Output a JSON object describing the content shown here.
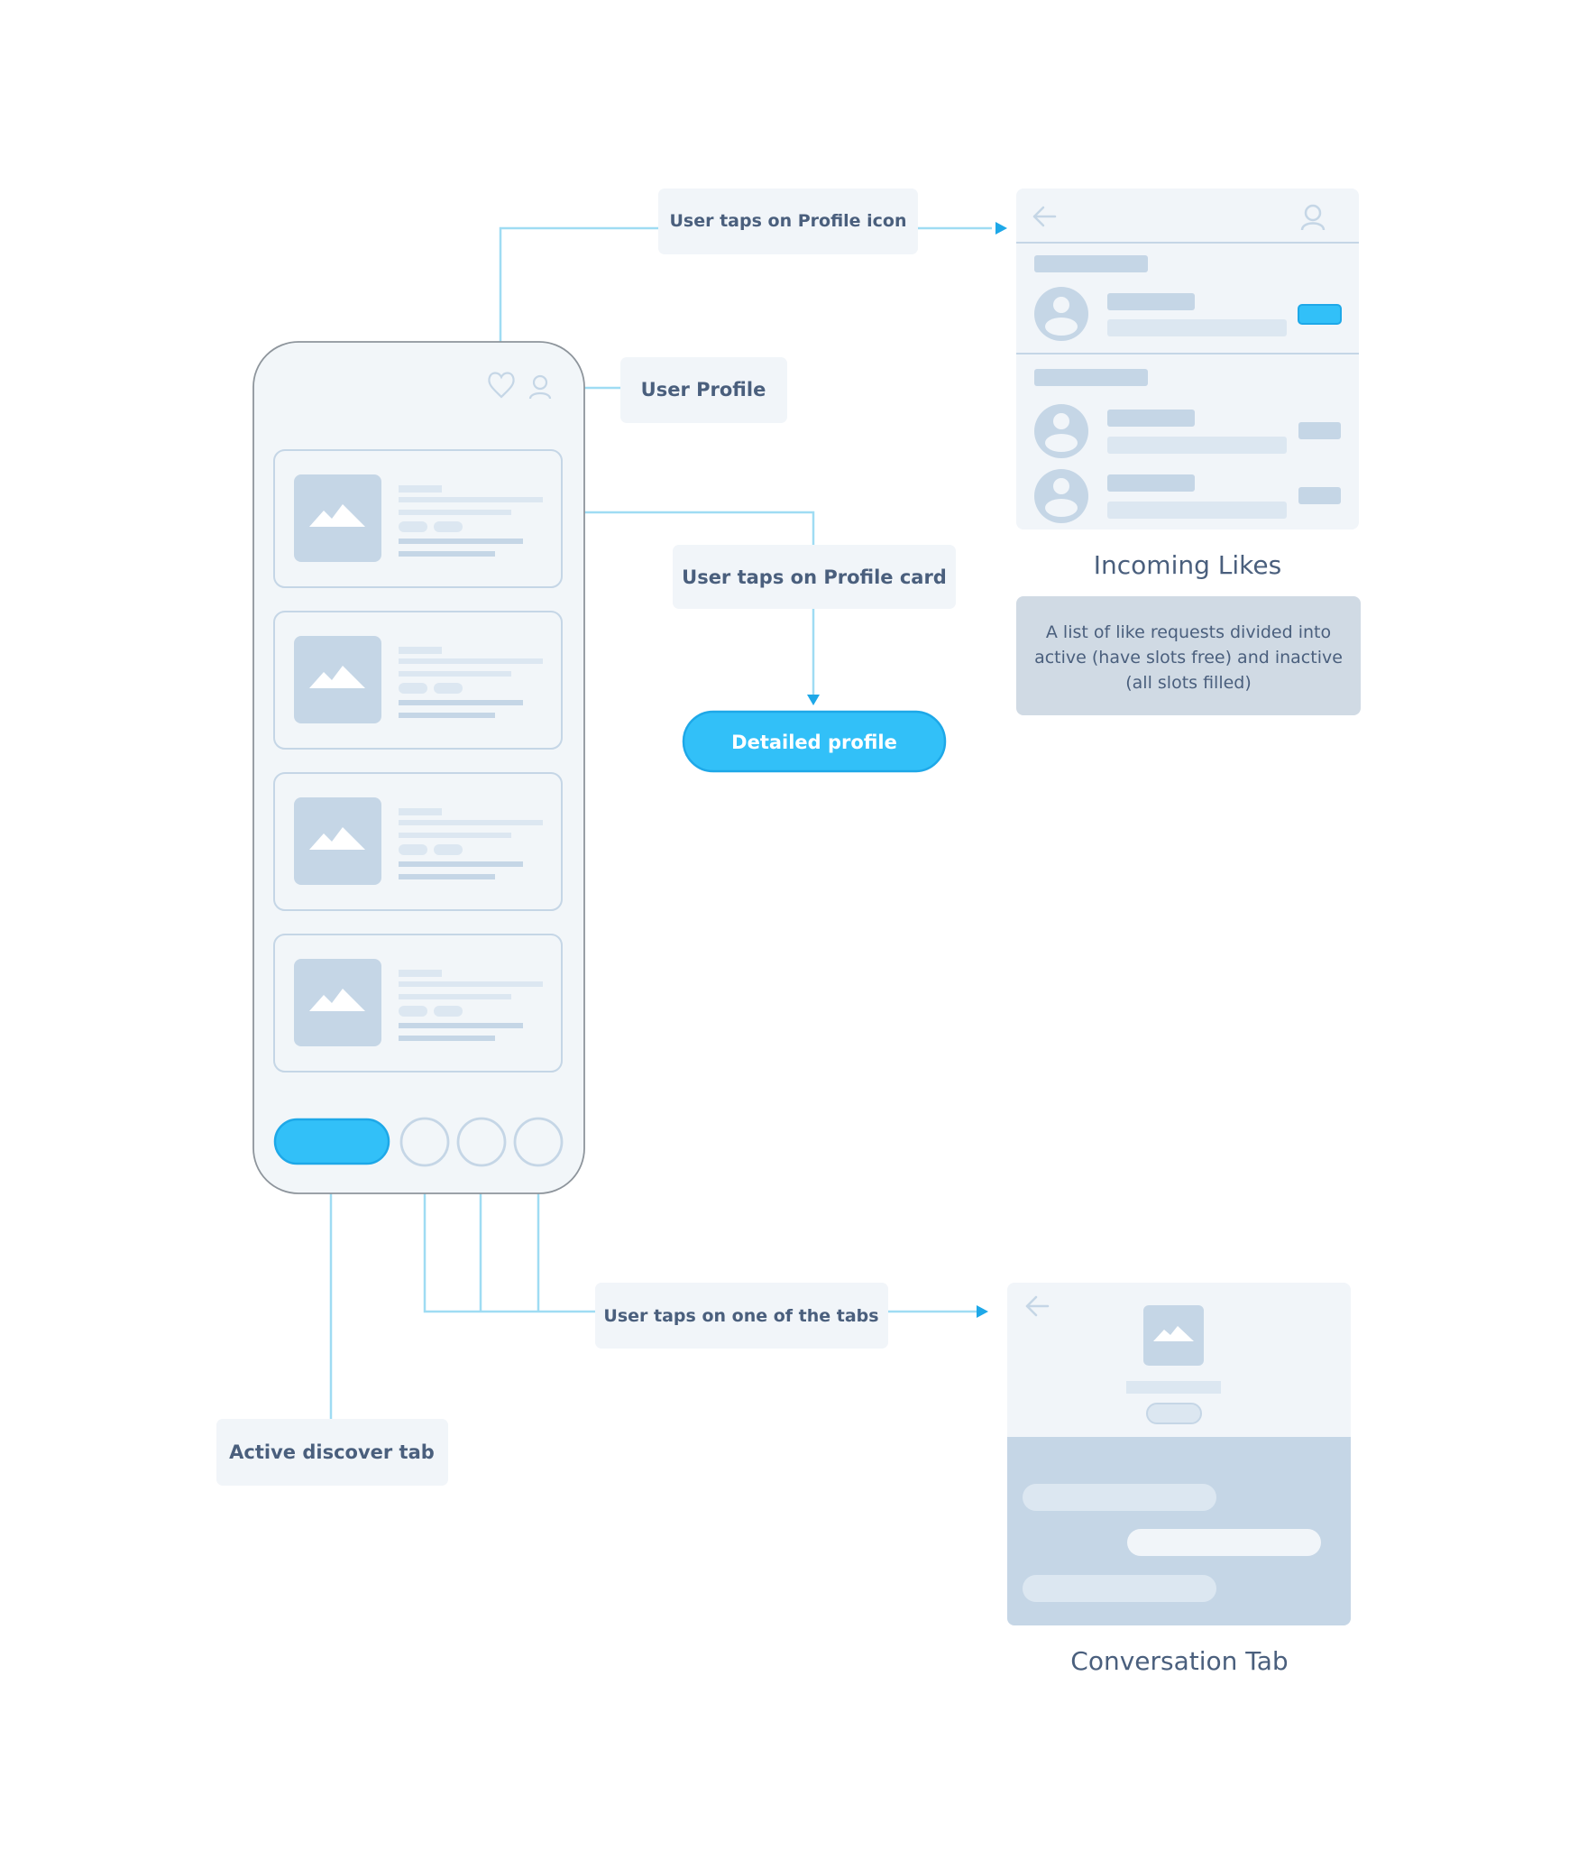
{
  "colors": {
    "accent": "#32c0f8",
    "connector": "#9fdcf3",
    "dot": "#1ea8e8",
    "placeholder": "#c5d6e6",
    "placeholder_light": "#dce7f1",
    "panel_bg": "#f1f5f9",
    "label_text": "#4a5f7d",
    "description_bg": "#d0dae4"
  },
  "labels": {
    "profile_icon_tap": "User taps on Profile icon",
    "user_profile": "User Profile",
    "profile_card_tap": "User taps on Profile card",
    "detailed_profile": "Detailed profile",
    "tabs_tap": "User taps on one of the tabs",
    "active_discover_tab": "Active discover tab"
  },
  "screens": {
    "incoming_likes": {
      "title": "Incoming Likes",
      "description_lines": [
        "A list of like requests divided into",
        "active (have slots free) and inactive",
        "(all slots filled)"
      ]
    },
    "conversation": {
      "title": "Conversation Tab"
    }
  },
  "phone": {
    "icons": [
      "heart-icon",
      "user-icon"
    ],
    "cards_count_label": "",
    "tabs": [
      "discover-tab",
      "tab-2",
      "tab-3",
      "tab-4"
    ]
  }
}
